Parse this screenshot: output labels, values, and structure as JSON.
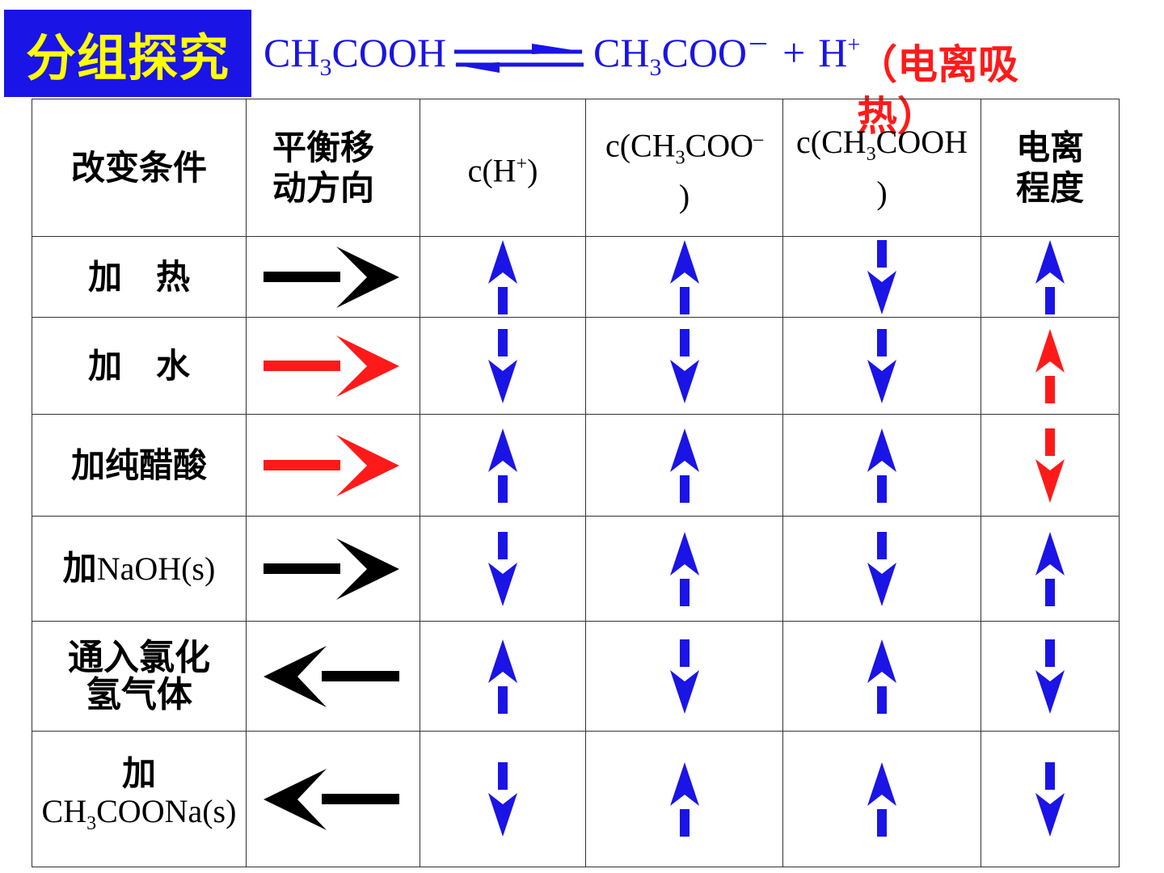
{
  "title": "分组探究",
  "equation": {
    "left": {
      "a": "CH",
      "sub": "3",
      "b": "COOH"
    },
    "right": {
      "a": "CH",
      "sub": "3",
      "b": "COO",
      "sup": "－",
      "plus": "+",
      "ion": "H",
      "ion_sup": "+"
    },
    "note": "（电离吸热）"
  },
  "table": {
    "headers": [
      {
        "text": "改变条件"
      },
      {
        "text": "平衡移动方向"
      },
      {
        "pre": "c(H",
        "sup": "+",
        "post": ")"
      },
      {
        "pre": "c(CH",
        "sub": "3",
        "mid": "COO",
        "sup": "–",
        "post": ")"
      },
      {
        "pre": "c(CH",
        "sub": "3",
        "mid": "COOH",
        "post": ")"
      },
      {
        "text": "电离程度"
      }
    ],
    "rows": [
      {
        "condition": "加　热",
        "shift": "right",
        "shift_color": "#000000",
        "h": "up",
        "ac": "up",
        "acid": "down",
        "deg": "up",
        "deg_color": "#1a14e6"
      },
      {
        "condition": "加　水",
        "shift": "right",
        "shift_color": "#ff1a1a",
        "h": "down",
        "ac": "down",
        "acid": "down",
        "deg": "up",
        "deg_color": "#ff1a1a"
      },
      {
        "condition": "加纯醋酸",
        "shift": "right",
        "shift_color": "#ff1a1a",
        "h": "up",
        "ac": "up",
        "acid": "up",
        "deg": "down",
        "deg_color": "#ff1a1a"
      },
      {
        "condition_pre": "加",
        "condition_sym": "NaOH(s)",
        "shift": "right",
        "shift_color": "#000000",
        "h": "down",
        "ac": "up",
        "acid": "down",
        "deg": "up",
        "deg_color": "#1a14e6"
      },
      {
        "condition": "通入氯化氢气体",
        "shift": "left",
        "shift_color": "#000000",
        "h": "up",
        "ac": "down",
        "acid": "up",
        "deg": "down",
        "deg_color": "#1a14e6"
      },
      {
        "condition_pre": "加",
        "condition_sym_a": "CH",
        "condition_sub": "3",
        "condition_sym_b": "COONa(s)",
        "shift": "left",
        "shift_color": "#000000",
        "h": "down",
        "ac": "up",
        "acid": "up",
        "deg": "down",
        "deg_color": "#1a14e6"
      }
    ]
  },
  "colors": {
    "trend_arrow": "#1a14e6",
    "accent_red": "#ff1a1a",
    "title_bg": "#1a14e6",
    "title_text": "#ffff00"
  }
}
